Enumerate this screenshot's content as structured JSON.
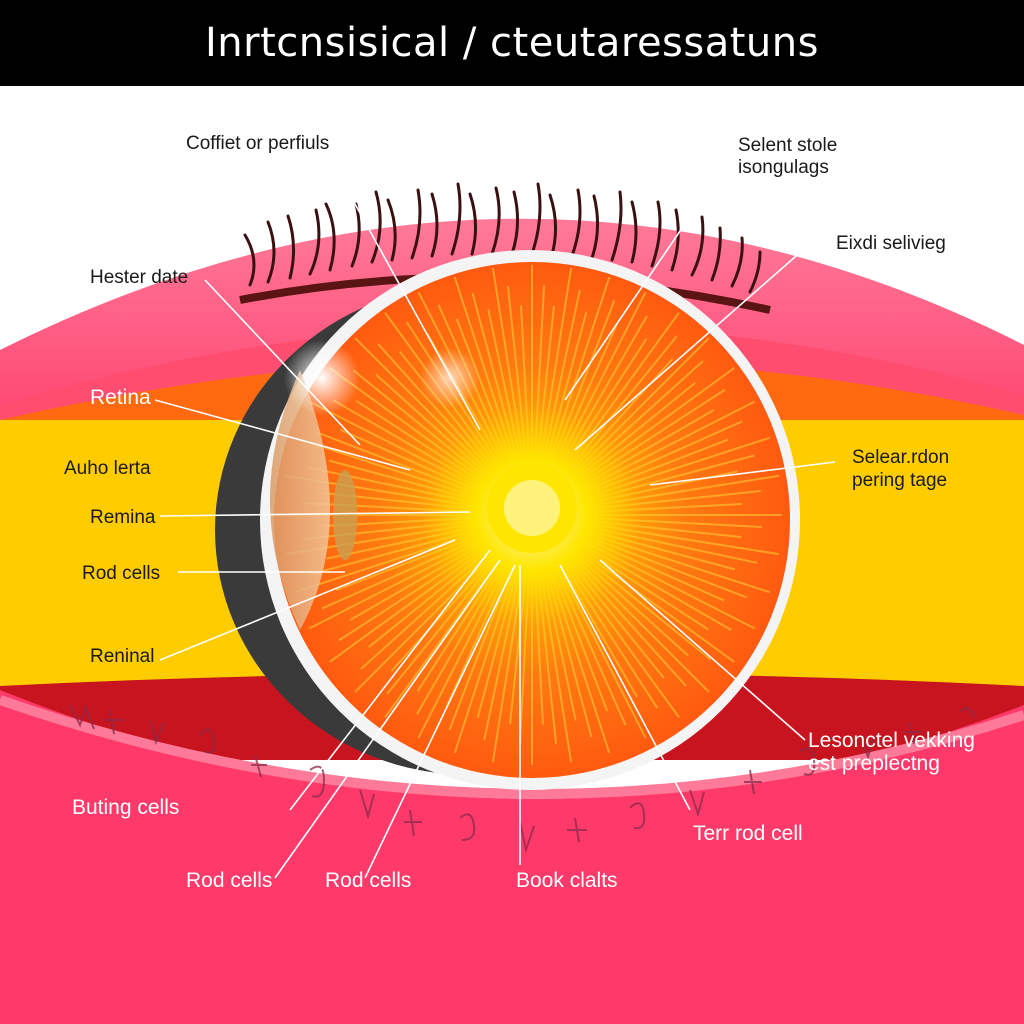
{
  "title": "Inrtcnsisical / cteutaressatuns",
  "colors": {
    "pink": "#ff3a6a",
    "yellow": "#ffcc00",
    "orange": "#ff6a10",
    "dark_red": "#c8141e",
    "header": "#000000"
  },
  "labels": {
    "coffiet": "Coffiet or perfiuls",
    "selent_1": "Selent stole",
    "selent_2": "isongulags",
    "eixdi": "Eixdi selivieg",
    "hester": "Hester date",
    "retina": "Retina",
    "auho": "Auho lerta",
    "selear_1": "Selear.rdon",
    "selear_2": "pering tage",
    "remina": "Remina",
    "rod_cells_left": "Rod cells",
    "reninal": "Reninal",
    "lesonctel_1": "Lesonctel vekking",
    "lesonctel_2": "est preplectng",
    "buting": "Buting cells",
    "terr": "Terr rod cell",
    "rod_cells_b1": "Rod cells",
    "rod_cells_b2": "Rod cells",
    "book": "Book clalts"
  }
}
